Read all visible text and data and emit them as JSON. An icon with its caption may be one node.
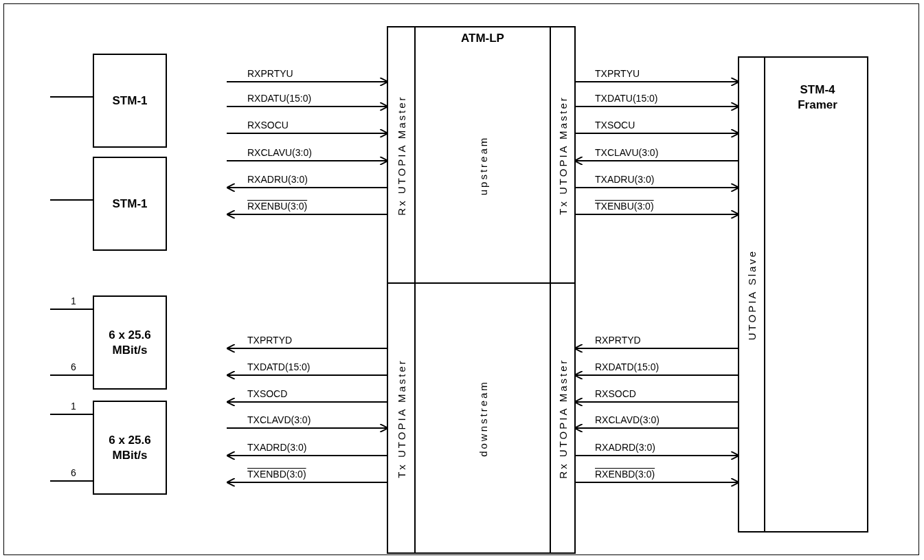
{
  "diagram": {
    "nodes": [
      {
        "text": [
          "ATM-LP"
        ]
      },
      {
        "text": [
          "Rx UTOPIA Master"
        ],
        "in": 0
      },
      {
        "text": [
          "upstream"
        ],
        "in": 0
      },
      {
        "text": [
          "Tx UTOPIA Master"
        ],
        "in": 0
      },
      {
        "text": [
          "Tx UTOPIA Master"
        ],
        "in": 0
      },
      {
        "text": [
          "downstream"
        ],
        "in": 0
      },
      {
        "text": [
          "Rx UTOPIA Master"
        ],
        "in": 0
      },
      {
        "text": [
          "STM-1"
        ]
      },
      {
        "text": [
          "STM-1"
        ]
      },
      {
        "text": [
          "6 x 25.6 MBit/s"
        ]
      },
      {
        "text": [
          "6 x 25.6 MBit/s"
        ]
      },
      {
        "text": [
          "STM-4 Framer"
        ]
      },
      {
        "text": [
          "UTOPIA Slave"
        ],
        "in": 11
      }
    ],
    "edges": [
      {
        "from": null,
        "to": 7,
        "arrow": "none"
      },
      {
        "from": null,
        "to": 8,
        "arrow": "none"
      },
      {
        "from": null,
        "to": 9,
        "arrow": "none",
        "label": "1"
      },
      {
        "from": null,
        "to": 9,
        "arrow": "none",
        "label": "6"
      },
      {
        "from": null,
        "to": 10,
        "arrow": "none",
        "label": "1"
      },
      {
        "from": null,
        "to": 10,
        "arrow": "none",
        "label": "6"
      },
      {
        "from": null,
        "to": 1,
        "arrow": "to",
        "label": "RXPRTYU"
      },
      {
        "from": null,
        "to": 1,
        "arrow": "to",
        "label": "RXDATU(15:0)"
      },
      {
        "from": null,
        "to": 1,
        "arrow": "to",
        "label": "RXSOCU"
      },
      {
        "from": null,
        "to": 1,
        "arrow": "to",
        "label": "RXCLAVU(3:0)"
      },
      {
        "from": 1,
        "to": null,
        "arrow": "to",
        "label": "RXADRU(3:0)"
      },
      {
        "from": 1,
        "to": null,
        "arrow": "to",
        "label": "RXENBU(3:0)"
      },
      {
        "from": 3,
        "to": 12,
        "arrow": "to",
        "label": "TXPRTYU"
      },
      {
        "from": 3,
        "to": 12,
        "arrow": "to",
        "label": "TXDATU(15:0)"
      },
      {
        "from": 3,
        "to": 12,
        "arrow": "to",
        "label": "TXSOCU"
      },
      {
        "from": 12,
        "to": 3,
        "arrow": "to",
        "label": "TXCLAVU(3:0)"
      },
      {
        "from": 3,
        "to": 12,
        "arrow": "to",
        "label": "TXADRU(3:0)"
      },
      {
        "from": 3,
        "to": 12,
        "arrow": "to",
        "label": "TXENBU(3:0)"
      },
      {
        "from": 4,
        "to": null,
        "arrow": "to",
        "label": "TXPRTYD"
      },
      {
        "from": 4,
        "to": null,
        "arrow": "to",
        "label": "TXDATD(15:0)"
      },
      {
        "from": 4,
        "to": null,
        "arrow": "to",
        "label": "TXSOCD"
      },
      {
        "from": null,
        "to": 4,
        "arrow": "to",
        "label": "TXCLAVD(3:0)"
      },
      {
        "from": 4,
        "to": null,
        "arrow": "to",
        "label": "TXADRD(3:0)"
      },
      {
        "from": 4,
        "to": null,
        "arrow": "to",
        "label": "TXENBD(3:0)"
      },
      {
        "from": 12,
        "to": 6,
        "arrow": "to",
        "label": "RXPRTYD"
      },
      {
        "from": 12,
        "to": 6,
        "arrow": "to",
        "label": "RXDATD(15:0)"
      },
      {
        "from": 12,
        "to": 6,
        "arrow": "to",
        "label": "RXSOCD"
      },
      {
        "from": 12,
        "to": 6,
        "arrow": "to",
        "label": "RXCLAVD(3:0)"
      },
      {
        "from": 6,
        "to": 12,
        "arrow": "to",
        "label": "RXADRD(3:0)"
      },
      {
        "from": 6,
        "to": 12,
        "arrow": "to",
        "label": "RXENBD(3:0)"
      }
    ]
  }
}
